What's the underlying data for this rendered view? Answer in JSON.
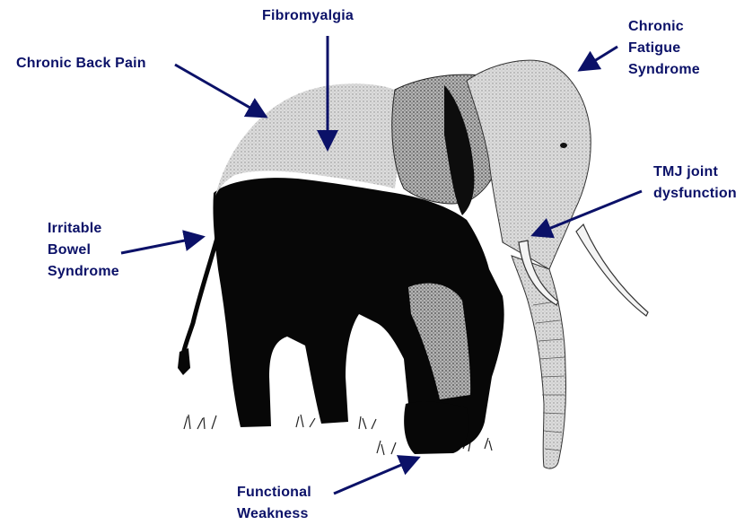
{
  "labels": {
    "fibromyalgia": "Fibromyalgia",
    "back_pain": "Chronic Back Pain",
    "cfs": "Chronic\nFatigue\nSyndrome",
    "tmj": "TMJ joint\ndysfunction",
    "ibs": "Irritable\nBowel\nSyndrome",
    "weakness": "Functional\nWeakness"
  },
  "colors": {
    "label_text": "#0b1168",
    "arrow": "#0b1168",
    "elephant_dark": "#070707",
    "elephant_light": "#d9d9d9",
    "elephant_mid": "#bdbdbd",
    "background": "#ffffff"
  }
}
